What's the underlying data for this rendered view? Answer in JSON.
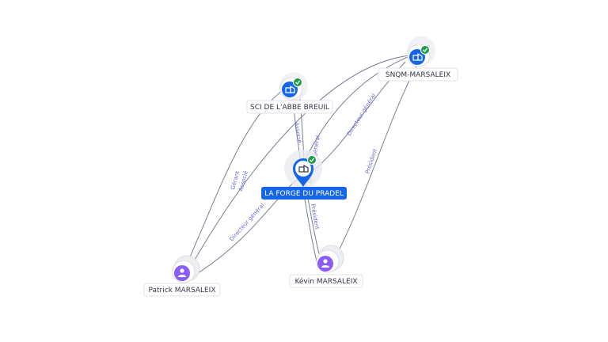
{
  "colors": {
    "company": "#1565e8",
    "person": "#8b5cf6",
    "check": "#1e9e4c",
    "edge": "#7b7f96",
    "edge_label": "#6a6ad0"
  },
  "nodes": {
    "sci": {
      "label": "SCI DE L'ABBE BREUIL",
      "icon": "building-icon",
      "verified": true
    },
    "snqm": {
      "label": "SNQM-MARSALEIX",
      "icon": "building-icon",
      "verified": true
    },
    "forge": {
      "label": "LA FORGE DU PRADEL",
      "icon": "building-icon",
      "verified": true
    },
    "patrick": {
      "label": "Patrick MARSALEIX",
      "icon": "person-icon"
    },
    "kevin": {
      "label": "Kévin MARSALEIX",
      "icon": "person-icon"
    }
  },
  "edges": {
    "sci_forge": "Associé",
    "patrick_sci_gerant": "Gérant",
    "patrick_sci_associe": "Associé",
    "patrick_forge": "Directeur général",
    "forge_snqm": "Directeur général",
    "forge_kevin": "Président",
    "kevin_snqm": "Président",
    "forge_up": "Directeur général"
  }
}
